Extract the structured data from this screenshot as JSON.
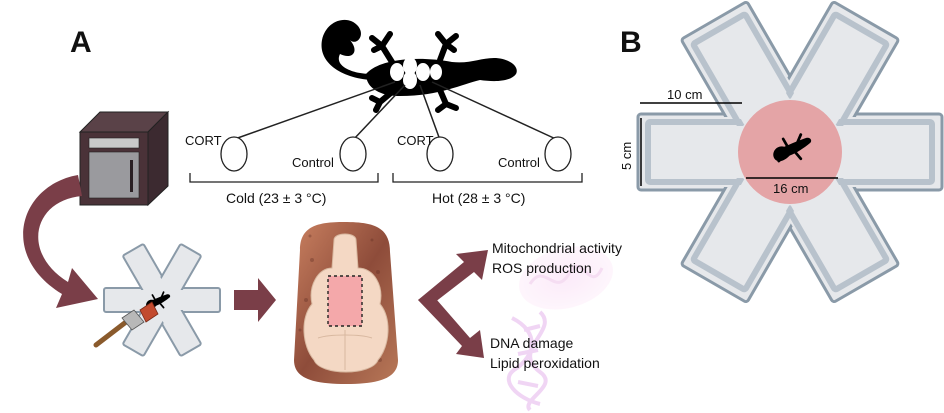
{
  "panels": {
    "a_label": "A",
    "b_label": "B"
  },
  "treatments": {
    "cold": {
      "cort": "CORT",
      "control": "Control",
      "label": "Cold (23 ± 3 °C)"
    },
    "hot": {
      "cort": "CORT",
      "control": "Control",
      "label": "Hot (28 ± 3 °C)"
    }
  },
  "incubator": {
    "display_text": ""
  },
  "outcomes": {
    "group1": [
      "Mitochondrial activity",
      "ROS production"
    ],
    "group2": [
      "DNA damage",
      "Lipid peroxidation"
    ]
  },
  "arena": {
    "arm_length": "10 cm",
    "arm_width": "5 cm",
    "center_diameter": "16 cm"
  },
  "colors": {
    "arrow_maroon": "#7a3e48",
    "center_pink": "#e4a4a6",
    "arena_fill": "#e6e8eb",
    "arena_edge": "#8a9aa8",
    "brain_tissue": "#b46a4a"
  },
  "icons": [
    "gecko-icon",
    "incubator-icon",
    "paintbrush-icon",
    "brain-icon",
    "mitochondria-icon",
    "dna-icon"
  ]
}
